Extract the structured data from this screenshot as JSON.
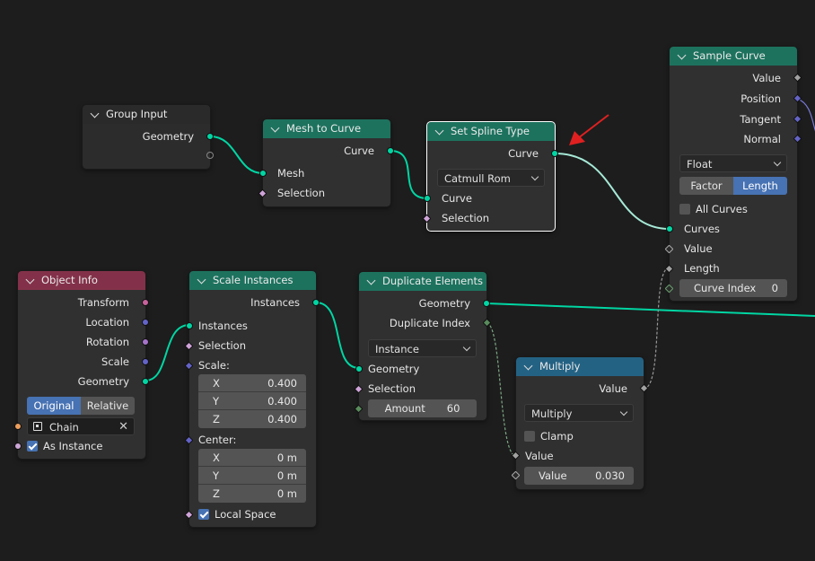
{
  "nodes": {
    "group_input": {
      "title": "Group Input",
      "geometry": "Geometry"
    },
    "mesh_to_curve": {
      "title": "Mesh to Curve",
      "curve": "Curve",
      "mesh": "Mesh",
      "selection": "Selection"
    },
    "set_spline_type": {
      "title": "Set Spline Type",
      "curve_out": "Curve",
      "spline_type": "Catmull Rom",
      "curve_in": "Curve",
      "selection": "Selection"
    },
    "sample_curve": {
      "title": "Sample Curve",
      "value": "Value",
      "position": "Position",
      "tangent": "Tangent",
      "normal": "Normal",
      "data_type": "Float",
      "mode_options": [
        "Factor",
        "Length"
      ],
      "mode_selected": "Length",
      "all_curves": "All Curves",
      "curves": "Curves",
      "value_in": "Value",
      "length": "Length",
      "curve_index_label": "Curve Index",
      "curve_index_value": "0"
    },
    "object_info": {
      "title": "Object Info",
      "transform": "Transform",
      "location": "Location",
      "rotation": "Rotation",
      "scale": "Scale",
      "geometry": "Geometry",
      "space_options": [
        "Original",
        "Relative"
      ],
      "space_selected": "Original",
      "object_name": "Chain",
      "as_instance": "As Instance"
    },
    "scale_instances": {
      "title": "Scale Instances",
      "instances_out": "Instances",
      "instances_in": "Instances",
      "selection": "Selection",
      "scale_label": "Scale:",
      "scale": [
        {
          "axis": "X",
          "value": "0.400"
        },
        {
          "axis": "Y",
          "value": "0.400"
        },
        {
          "axis": "Z",
          "value": "0.400"
        }
      ],
      "center_label": "Center:",
      "center": [
        {
          "axis": "X",
          "value": "0 m"
        },
        {
          "axis": "Y",
          "value": "0 m"
        },
        {
          "axis": "Z",
          "value": "0 m"
        }
      ],
      "local_space": "Local Space"
    },
    "duplicate_elements": {
      "title": "Duplicate Elements",
      "geometry_out": "Geometry",
      "duplicate_index": "Duplicate Index",
      "domain": "Instance",
      "geometry_in": "Geometry",
      "selection": "Selection",
      "amount_label": "Amount",
      "amount_value": "60"
    },
    "multiply": {
      "title": "Multiply",
      "value_out": "Value",
      "operation": "Multiply",
      "clamp": "Clamp",
      "value_in": "Value",
      "value2_label": "Value",
      "value2": "0.030"
    }
  },
  "colors": {
    "background": "#1d1d1d",
    "node_body": "#303030",
    "geometry_header": "#1d725e",
    "object_header": "#83314a",
    "math_header": "#246283",
    "geometry_socket": "#00d6a3",
    "vector_socket": "#6363c7",
    "float_socket": "#a1a1a1",
    "field_socket": "#cfa4d9",
    "integer_socket": "#598c5c",
    "accent": "#4772b3",
    "annotation_arrow": "#e02020"
  }
}
